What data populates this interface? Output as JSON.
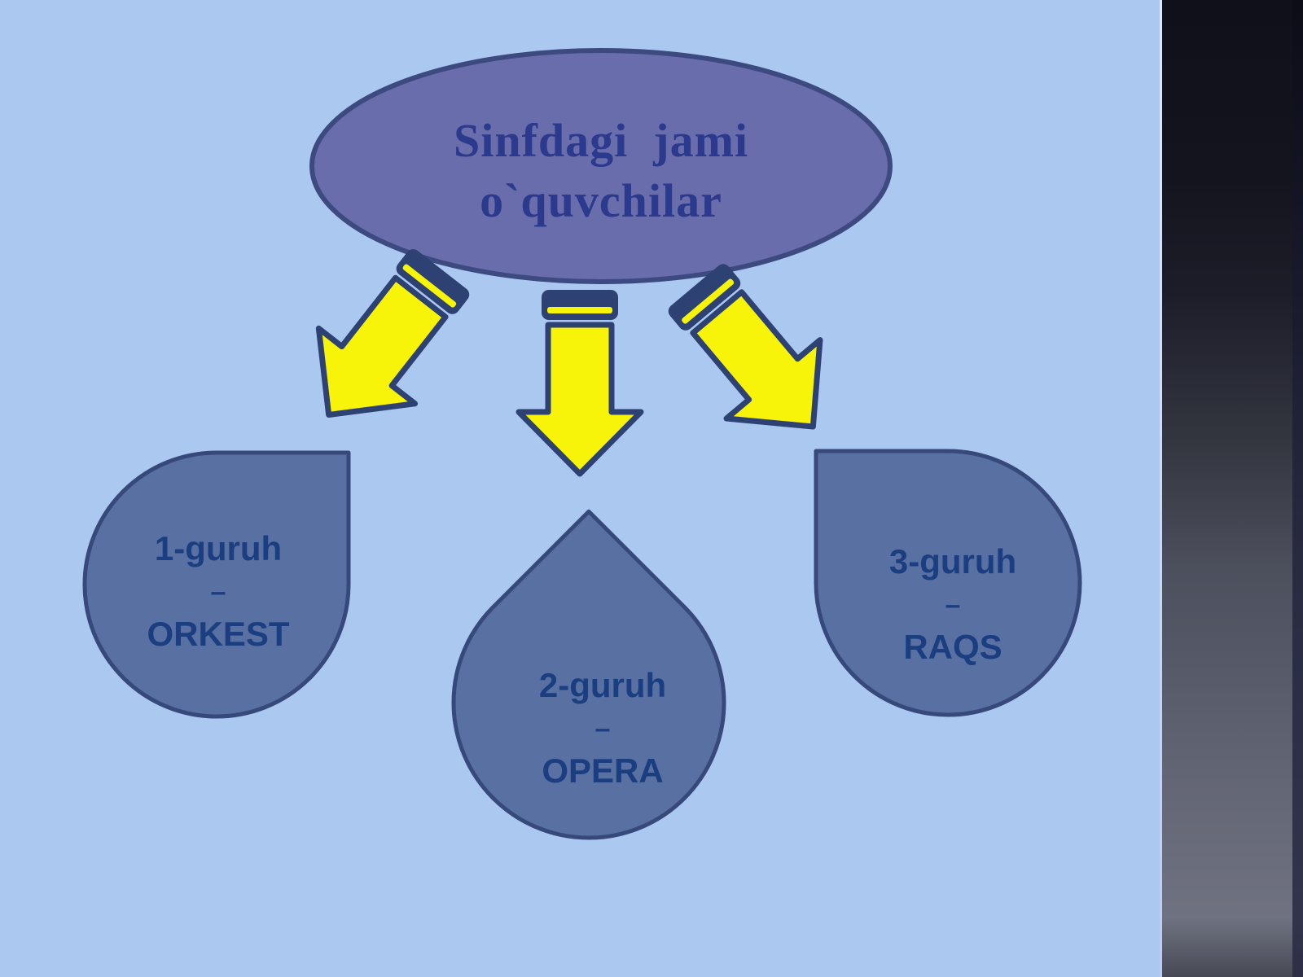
{
  "slide": {
    "ellipse": {
      "line1": "Sinfdagi  jami",
      "line2": "o`quvchilar"
    },
    "groups": [
      {
        "name": "1-guruh",
        "separator": "–",
        "label": "ORKEST"
      },
      {
        "name": "2-guruh",
        "separator": "–",
        "label": "OPERA"
      },
      {
        "name": "3-guruh",
        "separator": "–",
        "label": "RAQS"
      }
    ]
  },
  "colors": {
    "background": "#abc8f0",
    "ellipse_fill": "#696dab",
    "ellipse_stroke": "#3c4a80",
    "ellipse_text": "#2b3a8c",
    "drop_fill": "#5970a3",
    "drop_stroke": "#36497a",
    "drop_text": "#1a3e7f",
    "arrow_fill": "#f7f309",
    "arrow_stroke": "#2d4173",
    "strip_top": "#10101a",
    "strip_mid": "#565a68",
    "strip_bottom": "#6f7280"
  }
}
